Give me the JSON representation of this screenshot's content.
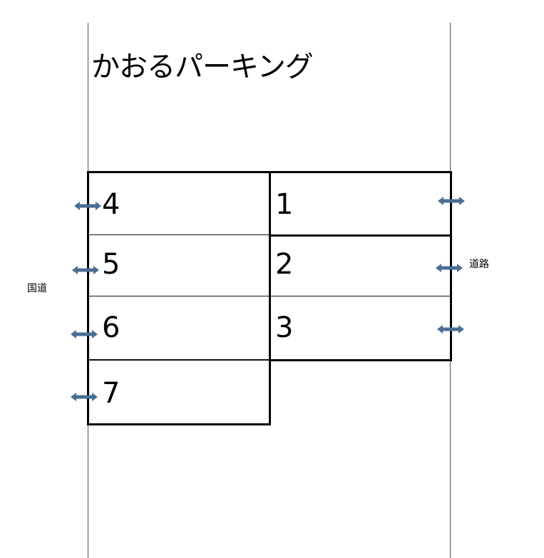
{
  "title": "かおるパーキング",
  "labels": {
    "left_road": "国道",
    "right_road": "道路"
  },
  "spaces": [
    {
      "number": "1"
    },
    {
      "number": "2"
    },
    {
      "number": "3"
    },
    {
      "number": "4"
    },
    {
      "number": "5"
    },
    {
      "number": "6"
    },
    {
      "number": "7"
    }
  ],
  "colors": {
    "arrow": "#4a6e94",
    "border": "#000000",
    "road_line": "#555555"
  },
  "icons": {
    "entry_arrow": "double-headed-arrow-icon"
  }
}
